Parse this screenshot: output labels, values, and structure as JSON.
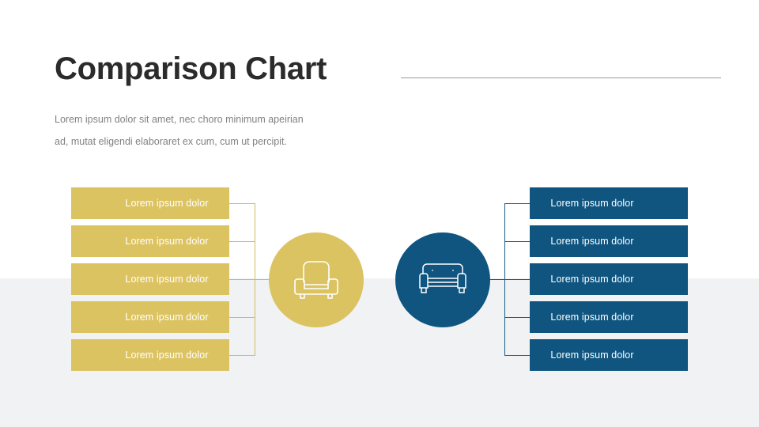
{
  "slide": {
    "title": "Comparison Chart",
    "subtitle_line1": "Lorem ipsum dolor sit amet, nec choro minimum apeirian",
    "subtitle_line2": "ad, mutat eligendi elaboraret ex cum, cum ut percipit."
  },
  "colors": {
    "gold": "#dcc362",
    "blue": "#0f5580",
    "title": "#2b2b2b",
    "subtitle": "#808285",
    "rule": "#9b9b9b",
    "band": "#f0f2f4",
    "bar_text": "#ffffff"
  },
  "left": {
    "icon": "armchair-icon",
    "items": [
      {
        "label": "Lorem ipsum dolor"
      },
      {
        "label": "Lorem ipsum dolor"
      },
      {
        "label": "Lorem ipsum dolor"
      },
      {
        "label": "Lorem ipsum dolor"
      },
      {
        "label": "Lorem ipsum dolor"
      }
    ]
  },
  "right": {
    "icon": "sofa-icon",
    "items": [
      {
        "label": "Lorem ipsum dolor"
      },
      {
        "label": "Lorem ipsum dolor"
      },
      {
        "label": "Lorem ipsum dolor"
      },
      {
        "label": "Lorem ipsum dolor"
      },
      {
        "label": "Lorem ipsum dolor"
      }
    ]
  }
}
